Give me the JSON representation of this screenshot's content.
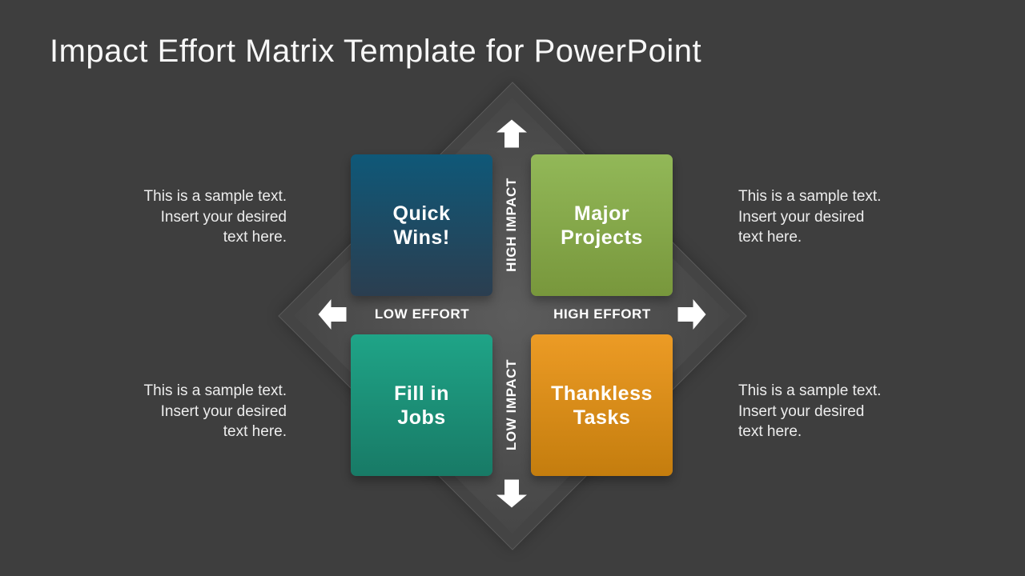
{
  "slide": {
    "title": "Impact Effort Matrix Template for PowerPoint",
    "background_color": "#3e3e3e"
  },
  "matrix": {
    "axes": {
      "top": "HIGH IMPACT",
      "bottom": "LOW IMPACT",
      "left": "LOW EFFORT",
      "right": "HIGH EFFORT"
    },
    "quadrants": [
      {
        "id": "quick-wins",
        "lines": [
          "Quick",
          "Wins!"
        ],
        "color_top": "#0f5878",
        "color_bottom": "#2b3e50"
      },
      {
        "id": "major-projects",
        "lines": [
          "Major",
          "Projects"
        ],
        "color_top": "#92b858",
        "color_bottom": "#78973c"
      },
      {
        "id": "fill-in-jobs",
        "lines": [
          "Fill in",
          "Jobs"
        ],
        "color_top": "#1fa487",
        "color_bottom": "#187a66"
      },
      {
        "id": "thankless-tasks",
        "lines": [
          "Thankless",
          "Tasks"
        ],
        "color_top": "#ec9b25",
        "color_bottom": "#c47d0e"
      }
    ],
    "arrow_color": "#ffffff",
    "diamond_fill": "#535353",
    "diamond_outline": "#5b5b5b"
  },
  "annotations": {
    "top_left": {
      "lines": [
        "This is a sample text.",
        "Insert your desired",
        "text here."
      ]
    },
    "top_right": {
      "lines": [
        "This is a sample text.",
        "Insert your desired",
        "text here."
      ]
    },
    "bottom_left": {
      "lines": [
        "This is a sample text.",
        "Insert your desired",
        "text here."
      ]
    },
    "bottom_right": {
      "lines": [
        "This is a sample text.",
        "Insert your desired",
        "text here."
      ]
    }
  }
}
